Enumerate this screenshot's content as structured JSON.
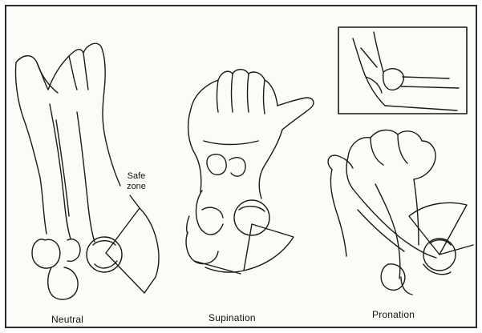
{
  "figure": {
    "panels": [
      {
        "caption": "Neutral",
        "annotation_line1": "Safe",
        "annotation_line2": "zone"
      },
      {
        "caption": "Supination"
      },
      {
        "caption": "Pronation"
      }
    ],
    "inset": {
      "description_icon": "elbow-joint-inset"
    }
  }
}
